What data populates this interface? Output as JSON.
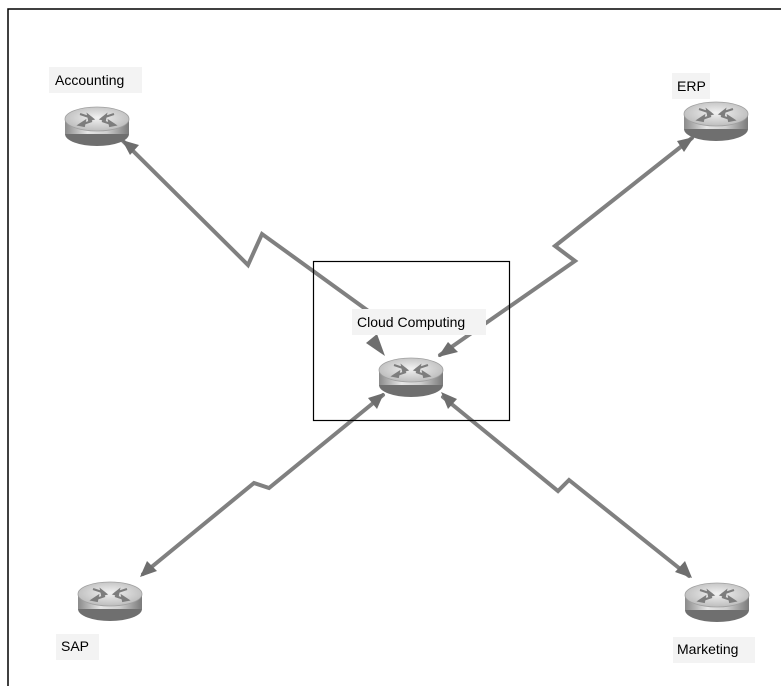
{
  "nodes": {
    "accounting": {
      "label": "Accounting",
      "icon": "router-icon"
    },
    "erp": {
      "label": "ERP",
      "icon": "router-icon"
    },
    "cloud": {
      "label": "Cloud Computing",
      "icon": "router-icon"
    },
    "sap": {
      "label": "SAP",
      "icon": "router-icon"
    },
    "marketing": {
      "label": "Marketing",
      "icon": "router-icon"
    }
  },
  "links": [
    {
      "from": "cloud",
      "to": "accounting",
      "type": "serial"
    },
    {
      "from": "cloud",
      "to": "erp",
      "type": "serial"
    },
    {
      "from": "cloud",
      "to": "sap",
      "type": "serial"
    },
    {
      "from": "cloud",
      "to": "marketing",
      "type": "serial"
    }
  ],
  "colors": {
    "link": "#808080",
    "arrow": "#6e6e6e",
    "frame": "#000000",
    "router_light": "#e8e8e8",
    "router_dark": "#8c8c8c"
  }
}
